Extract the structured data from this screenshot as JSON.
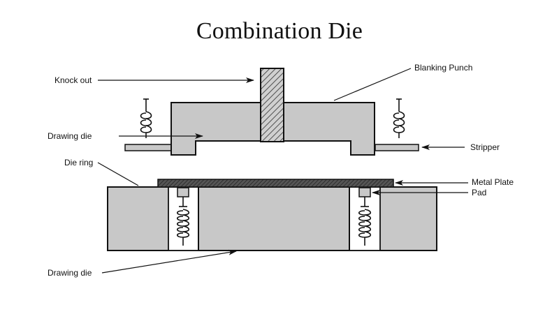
{
  "title": "Combination Die",
  "labels": {
    "knock_out": "Knock out",
    "blanking_punch": "Blanking Punch",
    "drawing_die_top": "Drawing die",
    "stripper": "Stripper",
    "die_ring": "Die ring",
    "metal_plate": "Metal Plate",
    "pad": "Pad",
    "drawing_die_bottom": "Drawing die"
  },
  "colors": {
    "part_fill": "#c8c8c8",
    "outline": "#111111",
    "plate": "#444444",
    "background": "#ffffff"
  }
}
